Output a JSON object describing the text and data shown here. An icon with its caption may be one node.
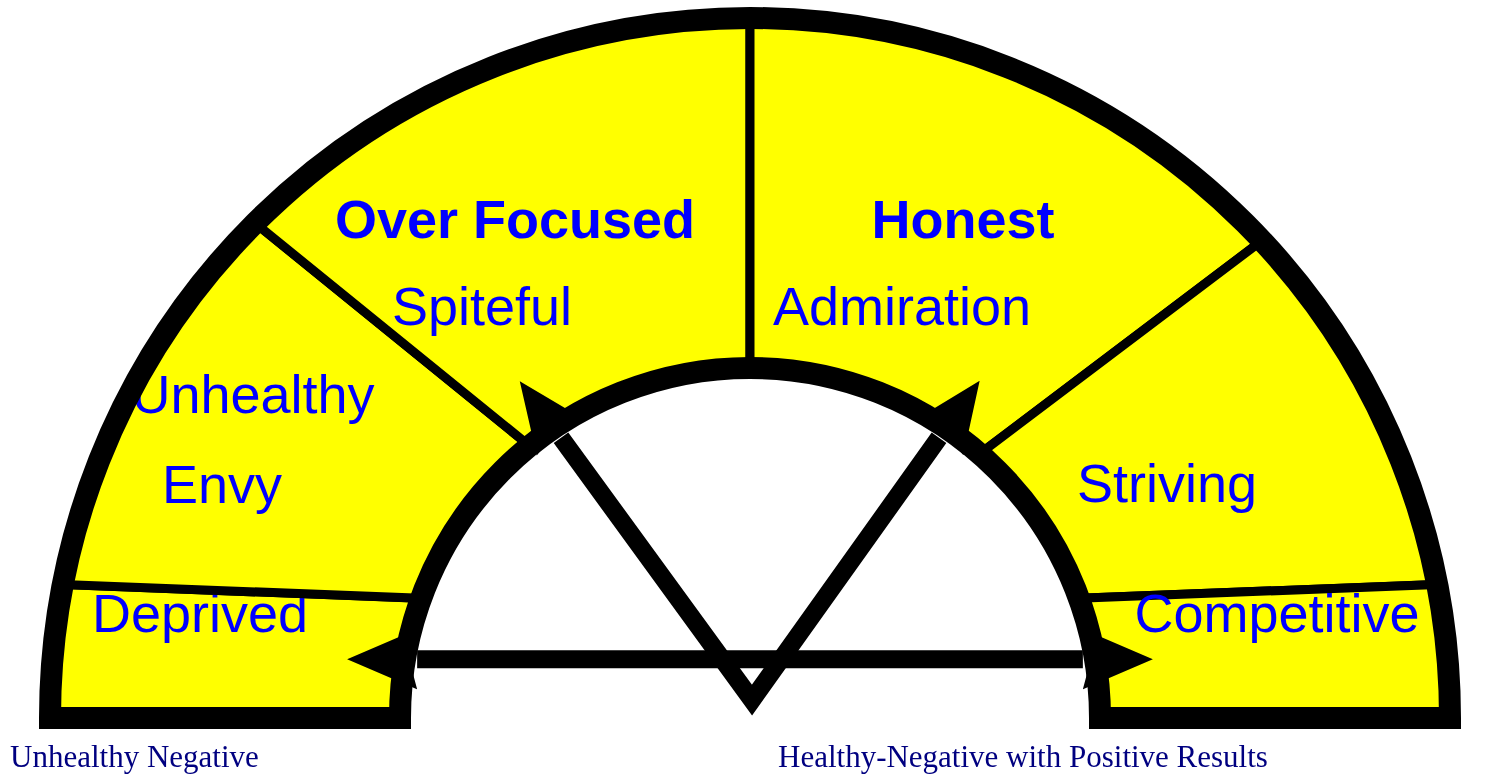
{
  "diagram": {
    "nodes": [
      {
        "text": [
          "Deprived"
        ]
      },
      {
        "text": [
          "Unhealthy Envy"
        ]
      },
      {
        "text": [
          "Over Focused",
          "Spiteful"
        ]
      },
      {
        "text": [
          "Honest",
          "Admiration"
        ]
      },
      {
        "text": [
          "Striving"
        ]
      },
      {
        "text": [
          "Competitive"
        ]
      }
    ],
    "edges": [
      {
        "from": 0,
        "to": 5,
        "arrow": "both"
      },
      {
        "from": 2,
        "to": 3,
        "arrow": "both"
      }
    ],
    "labels": [
      "Unhealthy Negative",
      "Healthy-Negative with Positive Results"
    ]
  }
}
